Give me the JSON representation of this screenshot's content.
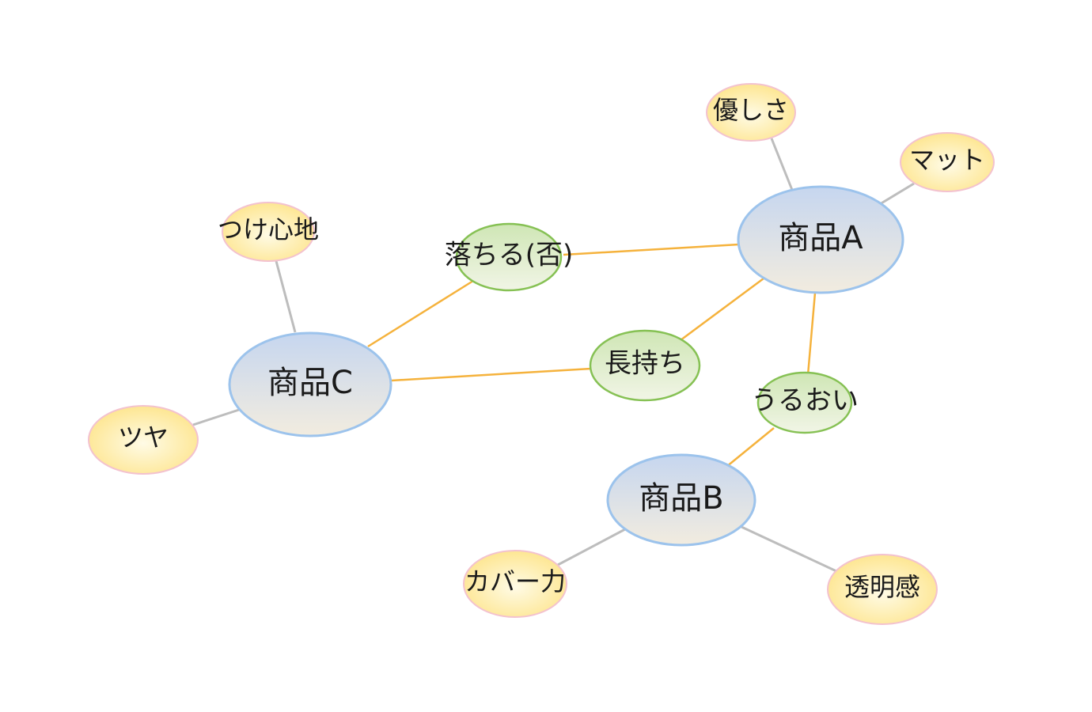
{
  "colors": {
    "product_fill_top": "#c6d6ef",
    "product_fill_bottom": "#f2ecdf",
    "product_stroke": "#9cc3ec",
    "shared_fill_top": "#cfe6b5",
    "shared_fill_bottom": "#f1f5e6",
    "shared_stroke": "#86c154",
    "attr_fill_top": "#fde48a",
    "attr_fill_bottom": "#fffbe6",
    "attr_stroke": "#f3c2cf",
    "edge_orange": "#f5b23c",
    "edge_gray": "#bdbdbd"
  },
  "nodes": {
    "product_a": "商品A",
    "product_b": "商品B",
    "product_c": "商品C",
    "shared_ochiru": "落ちる(否)",
    "shared_nagamochi": "長持ち",
    "shared_uruoi": "うるおい",
    "attr_yasashisa": "優しさ",
    "attr_matto": "マット",
    "attr_tsukegokochi": "つけ心地",
    "attr_tsuya": "ツヤ",
    "attr_kabaryoku": "カバー力",
    "attr_toumeikan": "透明感"
  }
}
